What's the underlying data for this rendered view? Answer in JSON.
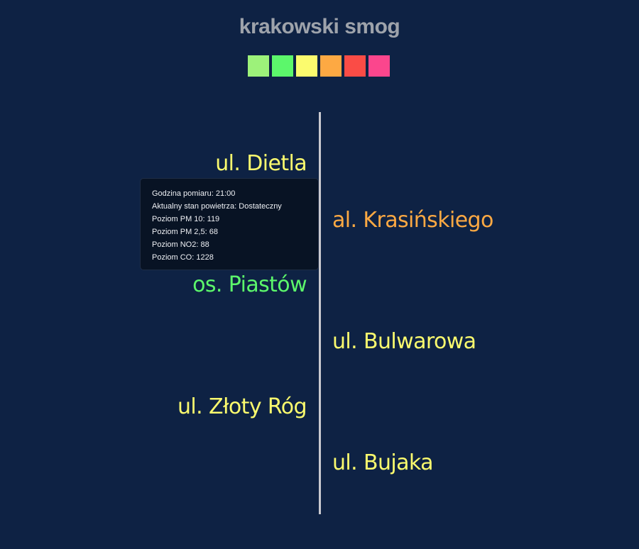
{
  "title": "krakowski smog",
  "legend": {
    "colors": [
      "#9df27a",
      "#5cf76b",
      "#fbfb6e",
      "#fda943",
      "#fa4c46",
      "#fb468d"
    ]
  },
  "stations": [
    {
      "name": "ul. Dietla",
      "side": "left",
      "color": "#fbfb6e"
    },
    {
      "name": "al. Krasińskiego",
      "side": "right",
      "color": "#fda943"
    },
    {
      "name": "os. Piastów",
      "side": "left",
      "color": "#5cf76b"
    },
    {
      "name": "ul. Bulwarowa",
      "side": "right",
      "color": "#fbfb6e"
    },
    {
      "name": "ul. Złoty Róg",
      "side": "left",
      "color": "#fbfb6e"
    },
    {
      "name": "ul. Bujaka",
      "side": "right",
      "color": "#fbfb6e"
    }
  ],
  "tooltip": {
    "lines": [
      "Godzina pomiaru: 21:00",
      "Aktualny stan powietrza: Dostateczny",
      "Poziom PM 10: 119",
      "Poziom PM 2,5: 68",
      "Poziom NO2: 88",
      "Poziom CO: 1228"
    ]
  }
}
